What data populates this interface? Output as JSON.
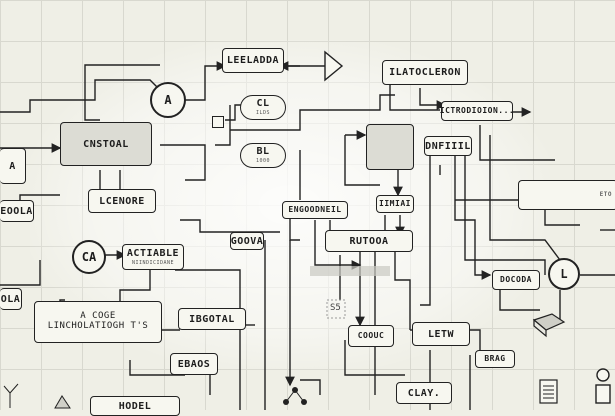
{
  "diagram": {
    "nodes": {
      "leeladda": "LEELADDA",
      "ilatocleron": "ILATOCLERON",
      "ictrodioion": "ICTRODIOION...",
      "cl": "CL",
      "bl": "BL",
      "cnstoal": "CNSTOAL",
      "lcenore": "LCENORE",
      "a_left": "A",
      "eoola": "EOOLA",
      "ola": "OLA",
      "ca": "CA",
      "a_circle": "A",
      "actiable": "ACTIABLE",
      "goova": "GOOVA",
      "engoodneil": "ENGOODNEIL",
      "iimiai": "IIMIAI",
      "dnfiiil": "DNFIIIL",
      "rutooa": "RUTOOA",
      "docoda": "DOCODA",
      "l_circle": "L",
      "acode": "A COGE",
      "incholation": "LINCHOLATIOGH T'S",
      "ibgotal": "IBGOTAL",
      "ebaos": "EBAOS",
      "coouc": "COOUC",
      "letw": "LETW",
      "brag": "BRAG",
      "clay": "CLAY.",
      "hodel": "HODEL",
      "sig": "S5"
    },
    "faint_labels": {
      "cl_sub": "ILDS",
      "bl_sub": "1000",
      "actiable_sub": "NIINDICIDANE",
      "eto": "ETO"
    }
  }
}
